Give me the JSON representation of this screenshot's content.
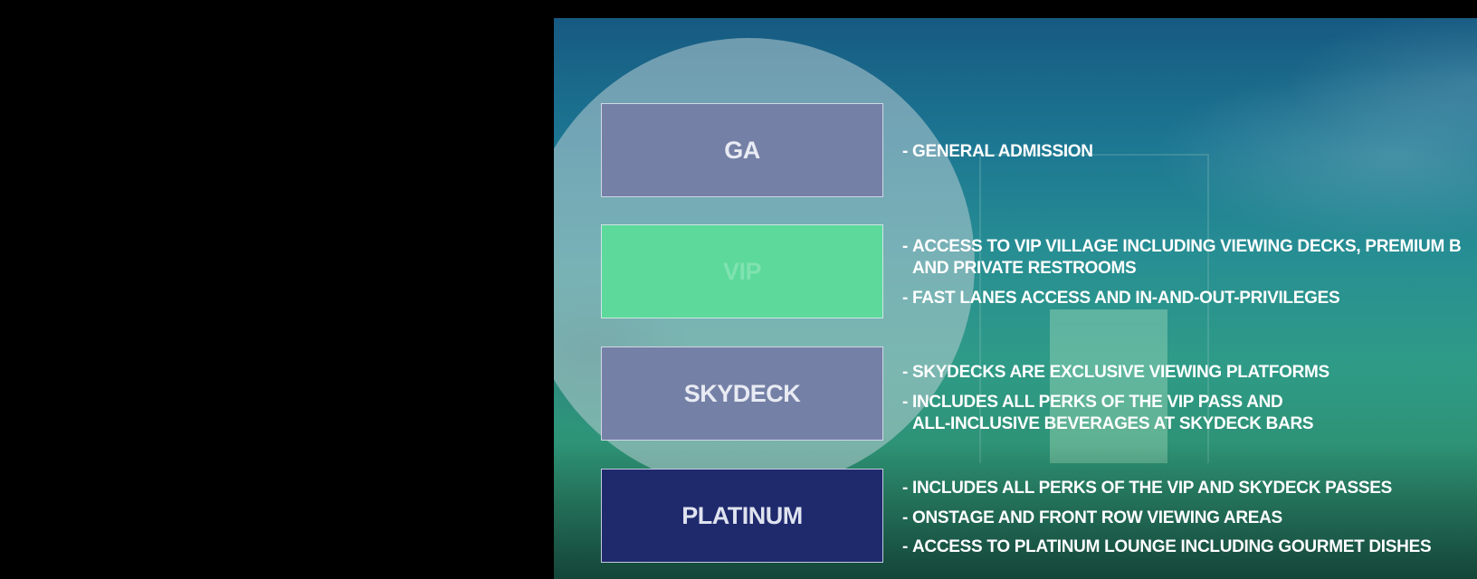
{
  "tiers": [
    {
      "label": "GA",
      "perks": [
        "GENERAL ADMISSION"
      ]
    },
    {
      "label": "VIP",
      "perks": [
        "ACCESS TO VIP VILLAGE INCLUDING VIEWING DECKS, PREMIUM B\nAND PRIVATE RESTROOMS",
        "FAST LANES ACCESS AND IN-AND-OUT-PRIVILEGES"
      ]
    },
    {
      "label": "SKYDECK",
      "perks": [
        "SKYDECKS ARE EXCLUSIVE VIEWING PLATFORMS",
        "INCLUDES ALL PERKS OF THE VIP PASS AND\nALL-INCLUSIVE BEVERAGES AT SKYDECK BARS"
      ]
    },
    {
      "label": "PLATINUM",
      "perks": [
        "INCLUDES ALL PERKS OF THE VIP AND SKYDECK PASSES",
        "ONSTAGE AND FRONT ROW VIEWING AREAS",
        "ACCESS TO PLATINUM LOUNGE INCLUDING GOURMET DISHES"
      ]
    }
  ],
  "bullet": "-",
  "colors": {
    "ga_box": "#7580a6",
    "vip_box": "#5cd99b",
    "skydeck_box": "#7580a6",
    "platinum_box": "#1f2a6d",
    "text": "#ffffff"
  }
}
